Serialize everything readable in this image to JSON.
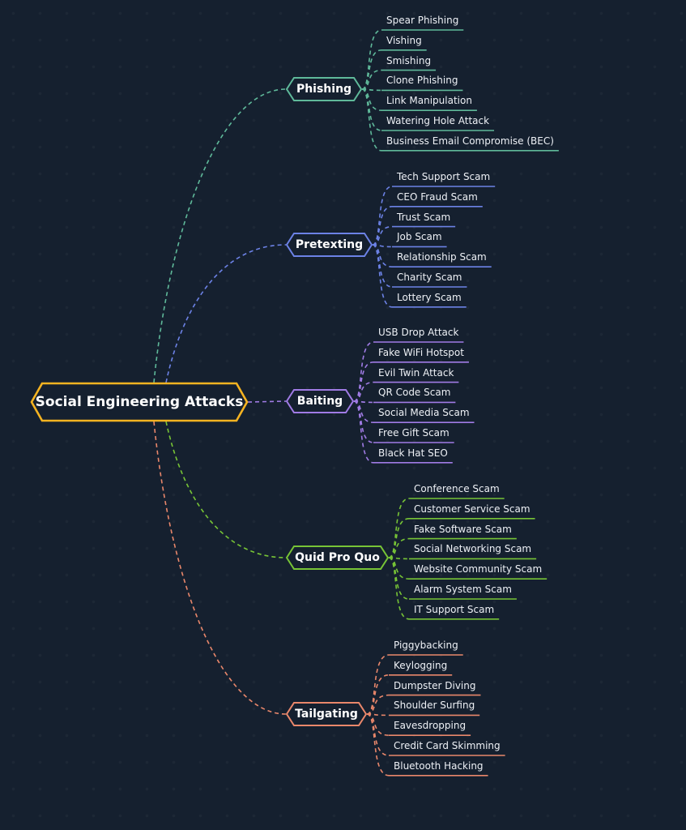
{
  "title": "Social Engineering Attacks",
  "colors": {
    "background": "#15202f",
    "root": "#f5b321",
    "phishing": "#5fb99a",
    "pretexting": "#6c82e6",
    "baiting": "#a07be5",
    "quid_pro_quo": "#77c436",
    "tailgating": "#e9876b"
  },
  "branches": [
    {
      "id": "phishing",
      "label": "Phishing",
      "color": "#5fb99a",
      "items": [
        "Spear Phishing",
        "Vishing",
        "Smishing",
        "Clone Phishing",
        "Link Manipulation",
        "Watering Hole Attack",
        "Business Email Compromise (BEC)"
      ]
    },
    {
      "id": "pretexting",
      "label": "Pretexting",
      "color": "#6c82e6",
      "items": [
        "Tech Support Scam",
        "CEO Fraud Scam",
        "Trust Scam",
        "Job Scam",
        "Relationship Scam",
        "Charity Scam",
        "Lottery Scam"
      ]
    },
    {
      "id": "baiting",
      "label": "Baiting",
      "color": "#a07be5",
      "items": [
        "USB Drop Attack",
        "Fake WiFi Hotspot",
        "Evil Twin Attack",
        "QR Code Scam",
        "Social Media Scam",
        "Free Gift Scam",
        "Black Hat SEO"
      ]
    },
    {
      "id": "quid-pro-quo",
      "label": "Quid Pro Quo",
      "color": "#77c436",
      "items": [
        "Conference Scam",
        "Customer Service Scam",
        "Fake Software Scam",
        "Social Networking Scam",
        "Website Community Scam",
        "Alarm System Scam",
        "IT Support Scam"
      ]
    },
    {
      "id": "tailgating",
      "label": "Tailgating",
      "color": "#e9876b",
      "items": [
        "Piggybacking",
        "Keylogging",
        "Dumpster Diving",
        "Shoulder Surfing",
        "Eavesdropping",
        "Credit Card Skimming",
        "Bluetooth Hacking"
      ]
    }
  ]
}
